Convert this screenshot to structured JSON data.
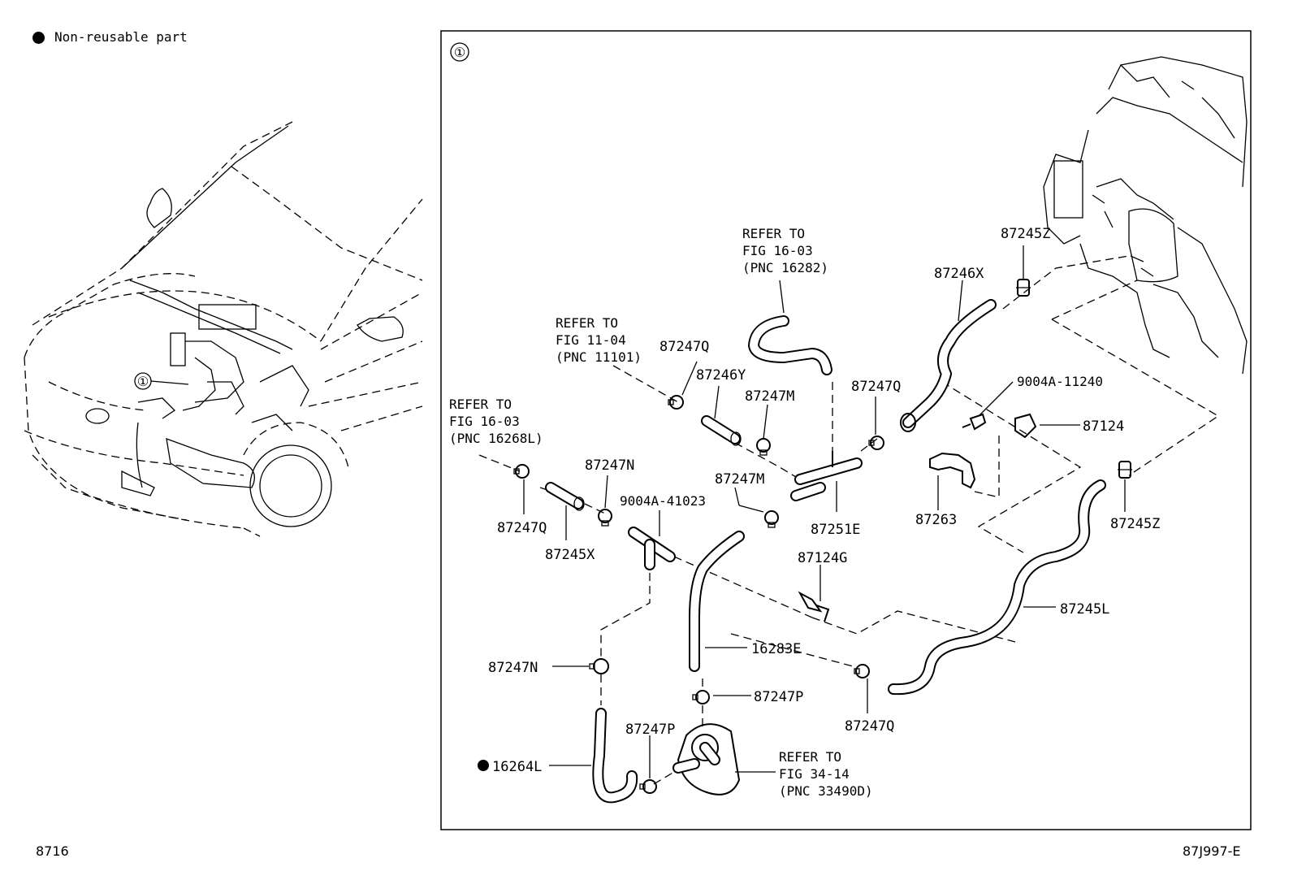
{
  "legend": {
    "icon": "filled-circle-icon",
    "text": "Non-reusable part"
  },
  "footer": {
    "left": "8716",
    "right": "87J997-E"
  },
  "main_view": {
    "callout": "①"
  },
  "detail_box": {
    "callout": "①"
  },
  "references": [
    {
      "id": "ref-fig16-03-a",
      "lines": [
        "REFER TO",
        "FIG 16-03",
        "(PNC 16282)"
      ]
    },
    {
      "id": "ref-fig11-04",
      "lines": [
        "REFER TO",
        "FIG 11-04",
        "(PNC 11101)"
      ]
    },
    {
      "id": "ref-fig16-03-b",
      "lines": [
        "REFER TO",
        "FIG 16-03",
        "(PNC 16268L)"
      ]
    },
    {
      "id": "ref-fig34-14",
      "lines": [
        "REFER TO",
        "FIG 34-14",
        "(PNC 33490D)"
      ]
    }
  ],
  "parts": [
    {
      "id": "p1",
      "label": "87245Z",
      "non_reusable": false
    },
    {
      "id": "p2",
      "label": "87246X",
      "non_reusable": false
    },
    {
      "id": "p3",
      "label": "87247Q",
      "non_reusable": false
    },
    {
      "id": "p4",
      "label": "87246Y",
      "non_reusable": false
    },
    {
      "id": "p5",
      "label": "87247M",
      "non_reusable": false
    },
    {
      "id": "p6",
      "label": "87247Q",
      "non_reusable": false
    },
    {
      "id": "p7",
      "label": "9004A-11240",
      "non_reusable": false
    },
    {
      "id": "p8",
      "label": "87124",
      "non_reusable": false
    },
    {
      "id": "p9",
      "label": "87247N",
      "non_reusable": false
    },
    {
      "id": "p10",
      "label": "9004A-41023",
      "non_reusable": false
    },
    {
      "id": "p11",
      "label": "87247M",
      "non_reusable": false
    },
    {
      "id": "p12",
      "label": "87251E",
      "non_reusable": false
    },
    {
      "id": "p13",
      "label": "87263",
      "non_reusable": false
    },
    {
      "id": "p14",
      "label": "87245Z",
      "non_reusable": false
    },
    {
      "id": "p15",
      "label": "87247Q",
      "non_reusable": false
    },
    {
      "id": "p16",
      "label": "87245X",
      "non_reusable": false
    },
    {
      "id": "p17",
      "label": "87124G",
      "non_reusable": false
    },
    {
      "id": "p18",
      "label": "87245L",
      "non_reusable": false
    },
    {
      "id": "p19",
      "label": "16283E",
      "non_reusable": false
    },
    {
      "id": "p20",
      "label": "87247N",
      "non_reusable": false
    },
    {
      "id": "p21",
      "label": "87247P",
      "non_reusable": false
    },
    {
      "id": "p22",
      "label": "87247Q",
      "non_reusable": false
    },
    {
      "id": "p23",
      "label": "87247P",
      "non_reusable": false
    },
    {
      "id": "p24",
      "label": "16264L",
      "non_reusable": true
    }
  ]
}
